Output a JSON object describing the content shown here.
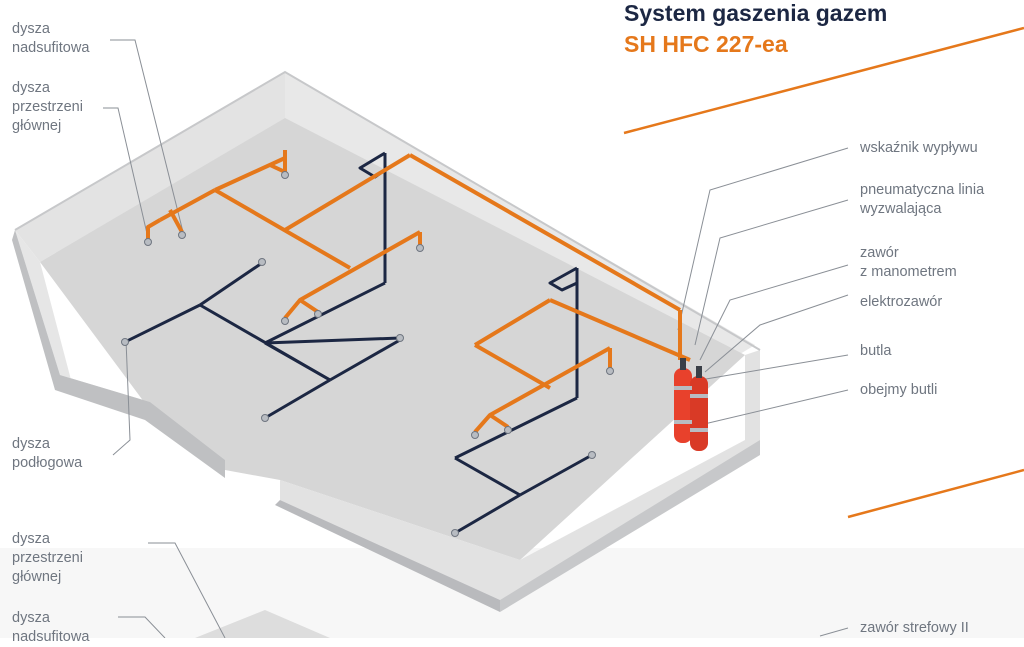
{
  "header": {
    "title": "System gaszenia gazem",
    "subtitle": "SH HFC 227-ea"
  },
  "labels": {
    "left": {
      "nozzle_ceiling": "dysza\nnadsufitowa",
      "nozzle_main": "dysza\nprzestrzeni\ngłównej",
      "nozzle_floor": "dysza\npodłogowa",
      "nozzle_main_2": "dysza\nprzestrzeni\ngłównej",
      "nozzle_ceiling_2": "dysza\nnadsufitowa"
    },
    "right": {
      "flow_indicator": "wskaźnik wypływu",
      "pneumatic_line": "pneumatyczna linia\nwyzwalająca",
      "valve_manometer": "zawór\nz manometrem",
      "solenoid_valve": "elektrozawór",
      "cylinder": "butla",
      "cylinder_clamps": "obejmy butli",
      "zone_valve": "zawór strefowy II"
    }
  },
  "colors": {
    "title": "#1c2743",
    "accent": "#e5781b",
    "pipe_dark": "#1c2743",
    "cylinder": "#e8412c",
    "label_text": "#6f7680",
    "room_wall": "#dcdcdc",
    "room_floor": "#cfcfcf"
  }
}
